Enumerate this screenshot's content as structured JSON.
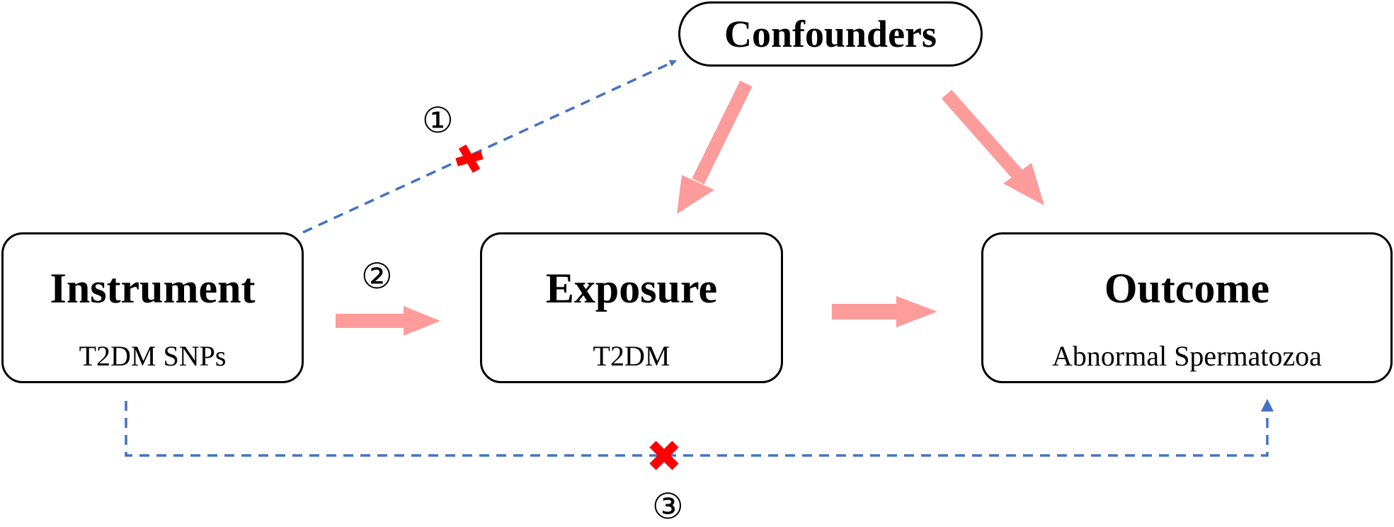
{
  "confounders": {
    "label": "Confounders"
  },
  "instrument": {
    "title": "Instrument",
    "subtitle": "T2DM SNPs"
  },
  "exposure": {
    "title": "Exposure",
    "subtitle": "T2DM"
  },
  "outcome": {
    "title": "Outcome",
    "subtitle": "Abnormal Spermatozoa"
  },
  "assumptions": {
    "one": "①",
    "two": "②",
    "three": "③"
  },
  "colors": {
    "causal_arrow": "#fe9b9b",
    "dashed_path": "#4472c4",
    "violation_cross": "#ff0000"
  }
}
